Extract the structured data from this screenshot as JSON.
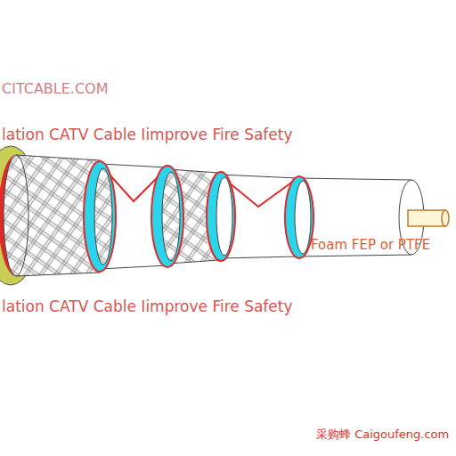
{
  "diagram": {
    "labels": [
      "CITCABLE.COM",
      "lation CATV Cable Iimprove Fire Safety",
      "Foam FEP or PTFE",
      "lation CATV Cable Iimprove Fire Safety",
      "采购蜂 Caigoufeng.com"
    ]
  }
}
